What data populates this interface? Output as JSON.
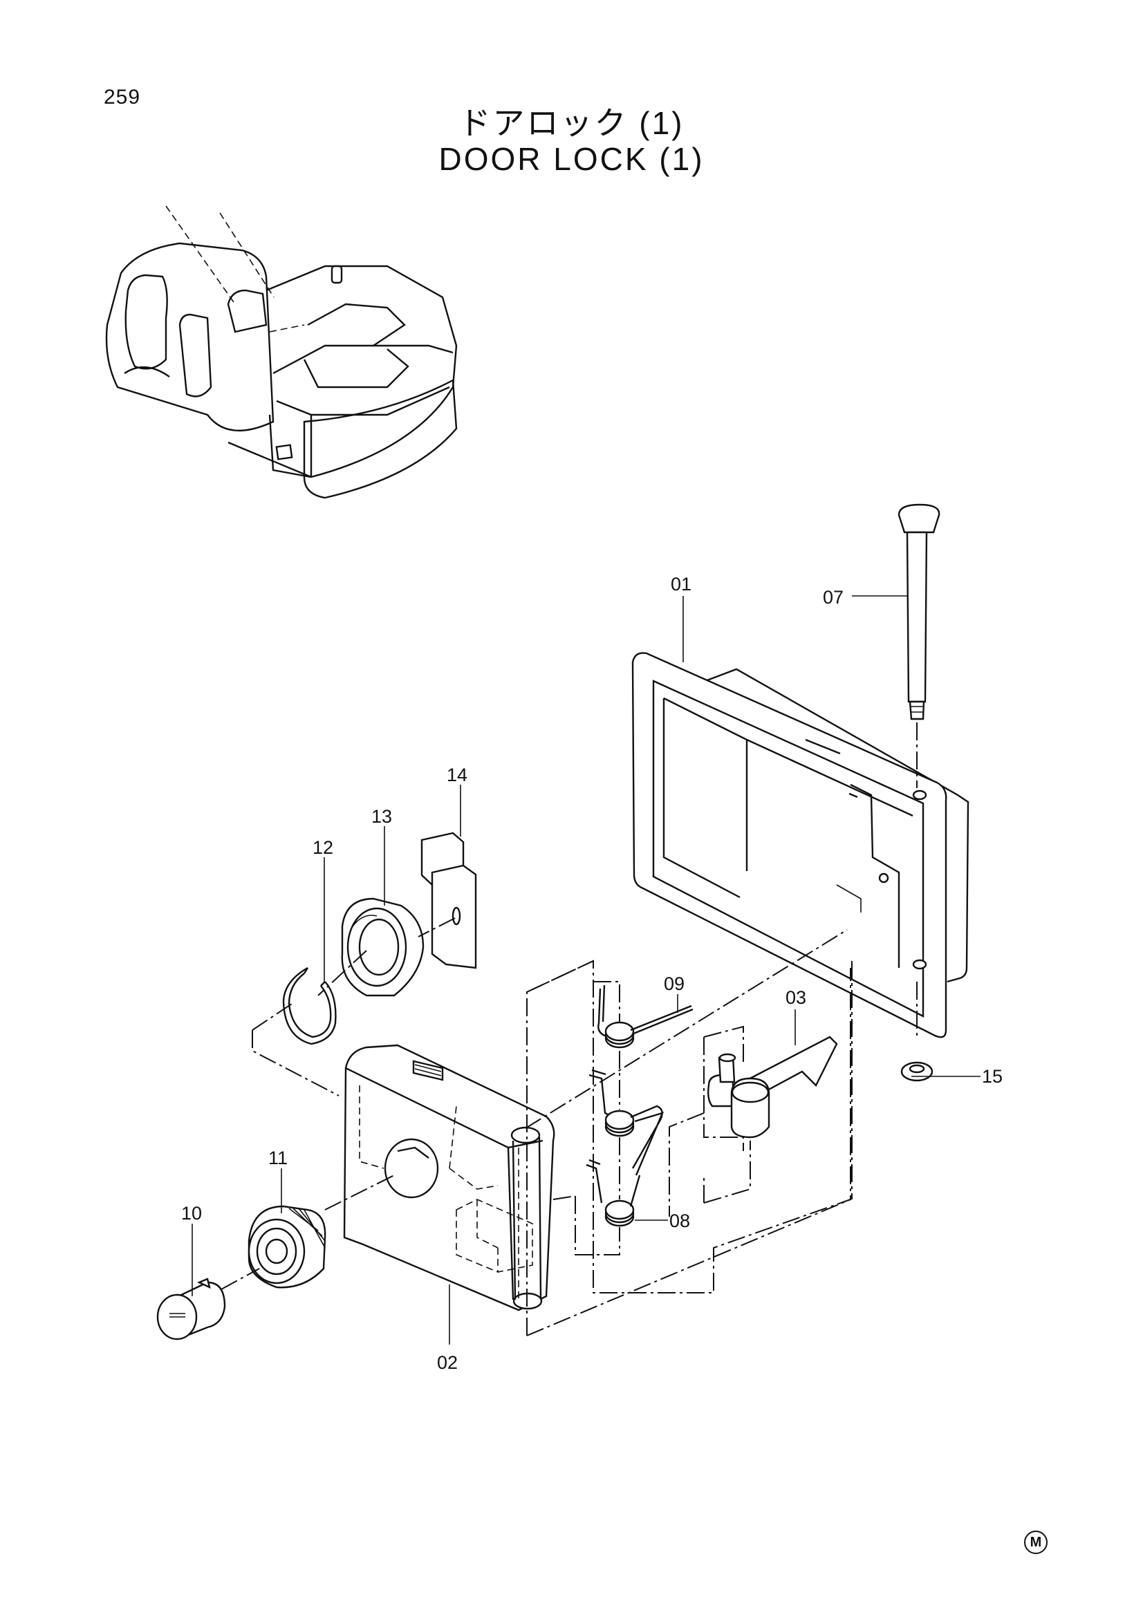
{
  "page": {
    "number": "259"
  },
  "title": {
    "japanese": "ドアロック (1)",
    "english": "DOOR LOCK (1)"
  },
  "labels": {
    "p01": "01",
    "p02": "02",
    "p03": "03",
    "p07": "07",
    "p08": "08",
    "p09": "09",
    "p10": "10",
    "p11": "11",
    "p12": "12",
    "p13": "13",
    "p14": "14",
    "p15": "15"
  },
  "mark": "M"
}
